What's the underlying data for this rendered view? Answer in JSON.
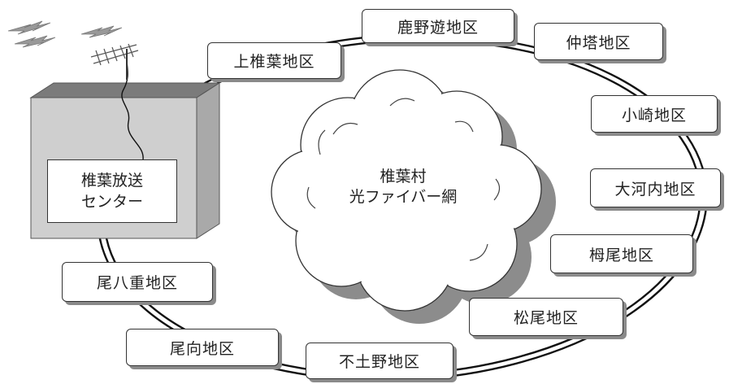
{
  "center": {
    "line1": "椎葉放送",
    "line2": "センター"
  },
  "cloud": {
    "line1": "椎葉村",
    "line2": "光ファイバー網"
  },
  "districts": [
    {
      "id": "kanoasobi",
      "label": "鹿野遊地区"
    },
    {
      "id": "nakato",
      "label": "仲塔地区"
    },
    {
      "id": "kamishiiba",
      "label": "上椎葉地区"
    },
    {
      "id": "kozaki",
      "label": "小崎地区"
    },
    {
      "id": "okawachi",
      "label": "大河内地区"
    },
    {
      "id": "tabuo",
      "label": "栂尾地区"
    },
    {
      "id": "matsuo",
      "label": "松尾地区"
    },
    {
      "id": "obae",
      "label": "尾八重地区"
    },
    {
      "id": "omukai",
      "label": "尾向地区"
    },
    {
      "id": "fudono",
      "label": "不土野地区"
    }
  ],
  "colors": {
    "cable": "#111111",
    "box_front": "#cfcfcf",
    "box_top": "#7b7b7b",
    "box_side": "#a9a9a9",
    "cloud_shadow": "#8c8c8c"
  },
  "icons": [
    "antenna-icon",
    "lightning-icon"
  ]
}
